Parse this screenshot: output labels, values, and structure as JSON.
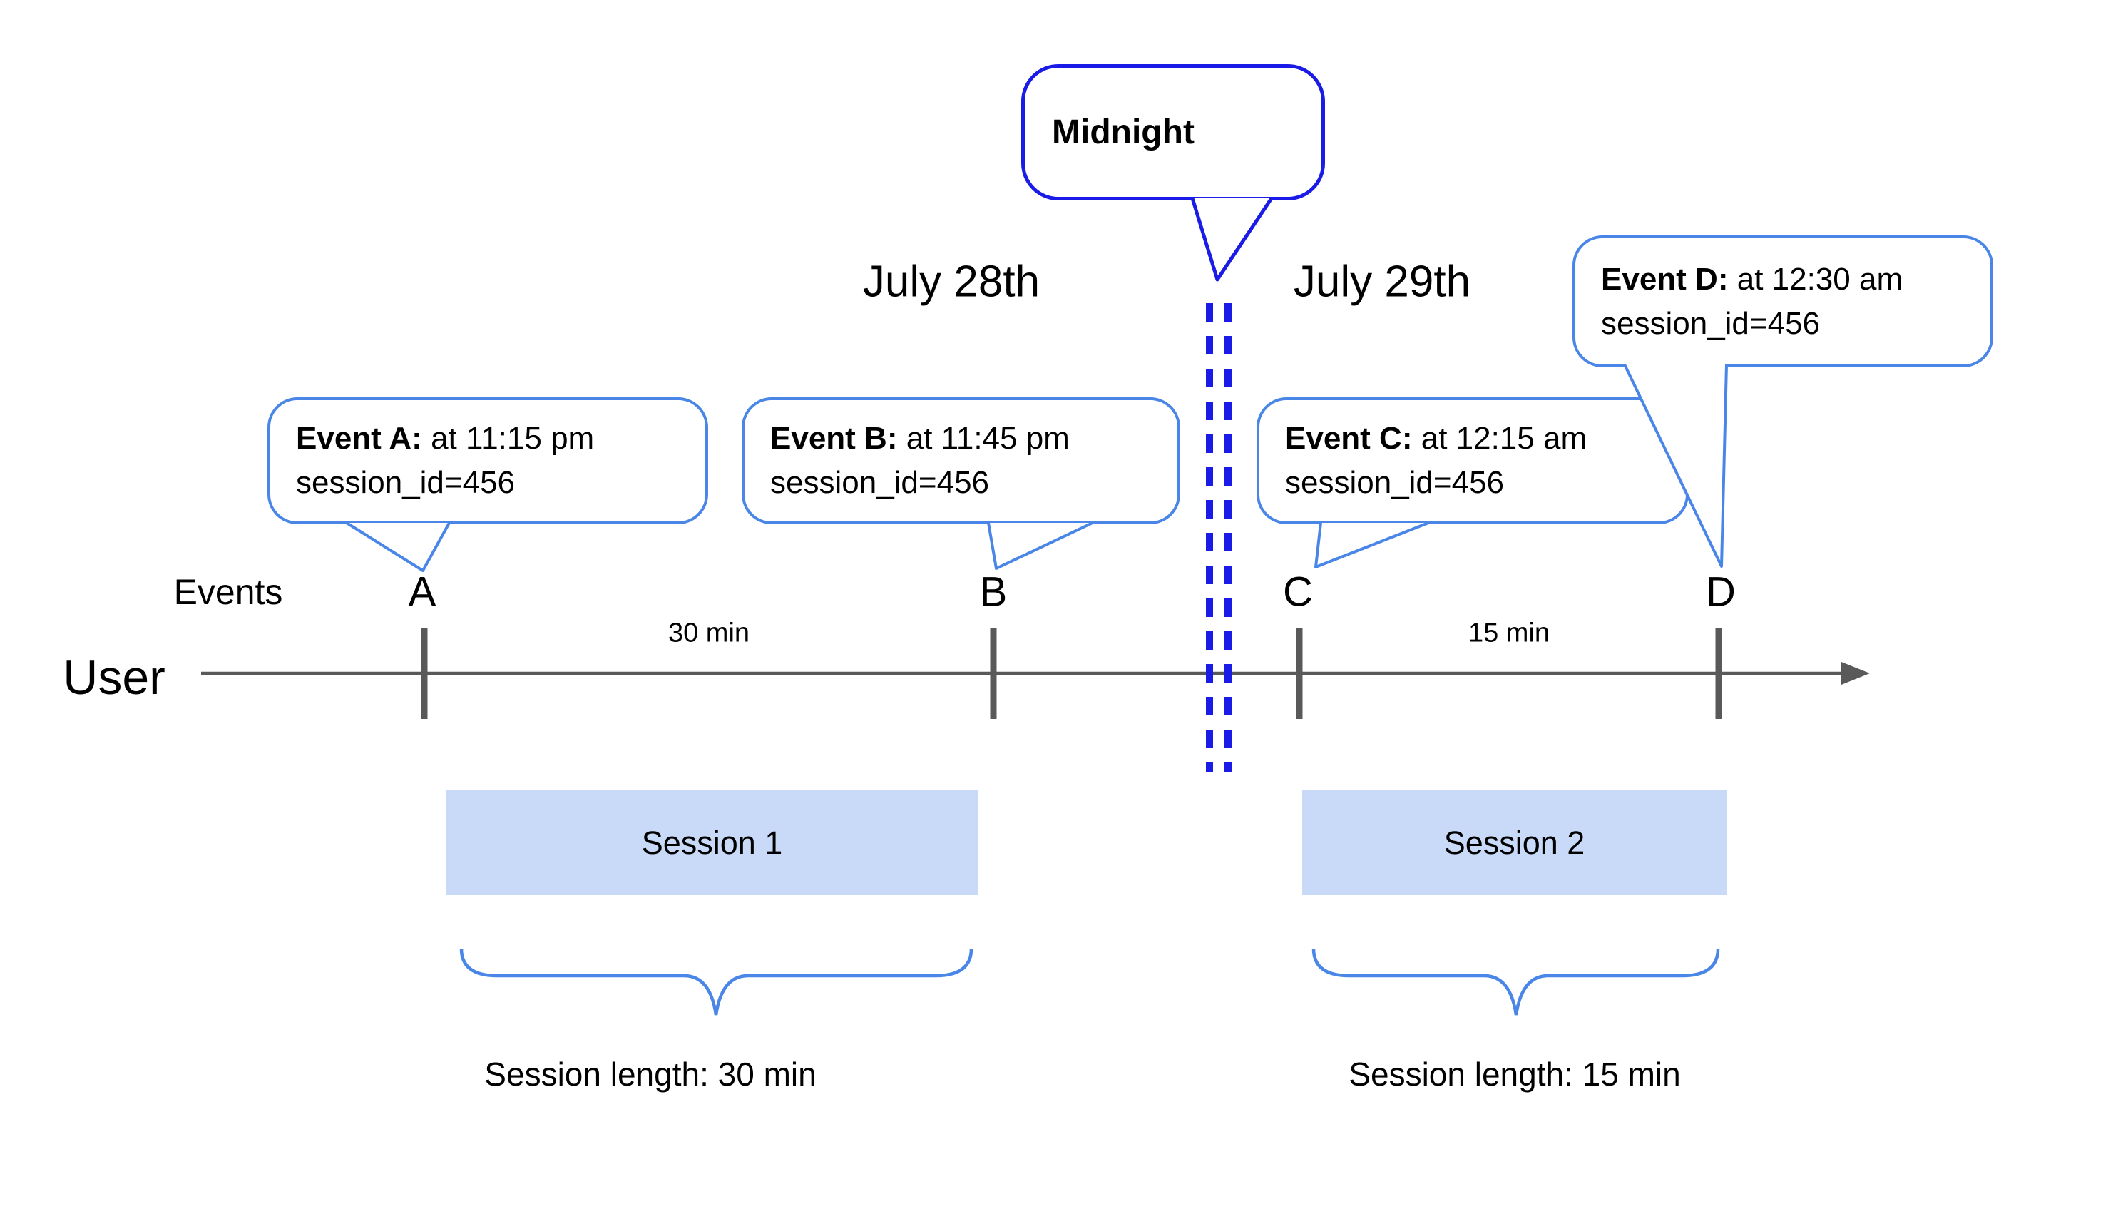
{
  "colors": {
    "event_bubble_border": "#4a86e8",
    "midnight_blue": "#1b1be8",
    "axis_gray": "#595959",
    "session_fill": "#c9daf8",
    "text": "#000000",
    "background": "#ffffff"
  },
  "dates": {
    "left": "July 28th",
    "right": "July 29th"
  },
  "midnight": {
    "label": "Midnight"
  },
  "axis": {
    "user_label": "User",
    "events_label": "Events"
  },
  "events": [
    {
      "label": "A",
      "title": "Event A:",
      "time": "at 11:15 pm",
      "session": "session_id=456"
    },
    {
      "label": "B",
      "title": "Event B:",
      "time": "at 11:45 pm",
      "session": "session_id=456"
    },
    {
      "label": "C",
      "title": "Event C:",
      "time": "at 12:15 am",
      "session": "session_id=456"
    },
    {
      "label": "D",
      "title": "Event D:",
      "time": "at 12:30 am",
      "session": "session_id=456"
    }
  ],
  "intervals": {
    "a_to_b": "30 min",
    "c_to_d": "15 min"
  },
  "sessions": [
    {
      "label": "Session 1",
      "length": "Session length: 30 min"
    },
    {
      "label": "Session 2",
      "length": "Session length: 15 min"
    }
  ]
}
